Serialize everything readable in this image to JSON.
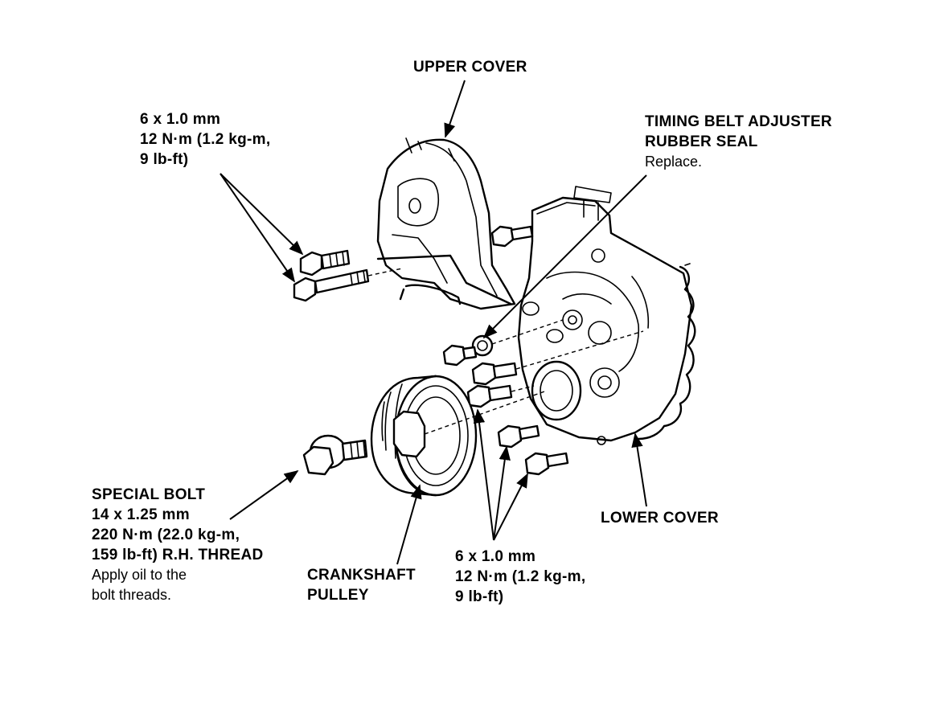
{
  "labels": {
    "upper_cover": "UPPER COVER",
    "top_bolt": {
      "size": "6 x 1.0 mm",
      "torque_1": "12 N·m (1.2 kg-m,",
      "torque_2": "9 lb-ft)"
    },
    "adjuster_seal": {
      "title_1": "TIMING BELT ADJUSTER",
      "title_2": "RUBBER SEAL",
      "note": "Replace."
    },
    "special_bolt": {
      "title": "SPECIAL BOLT",
      "size": "14 x 1.25 mm",
      "torque_1": "220 N·m (22.0 kg-m,",
      "torque_2": "159 lb-ft) R.H. THREAD",
      "note_1": "Apply oil to the",
      "note_2": "bolt threads."
    },
    "crankshaft_pulley": {
      "line_1": "CRANKSHAFT",
      "line_2": "PULLEY"
    },
    "bottom_bolt": {
      "size": "6 x 1.0 mm",
      "torque_1": "12 N·m (1.2 kg-m,",
      "torque_2": "9 lb-ft)"
    },
    "lower_cover": "LOWER COVER"
  }
}
